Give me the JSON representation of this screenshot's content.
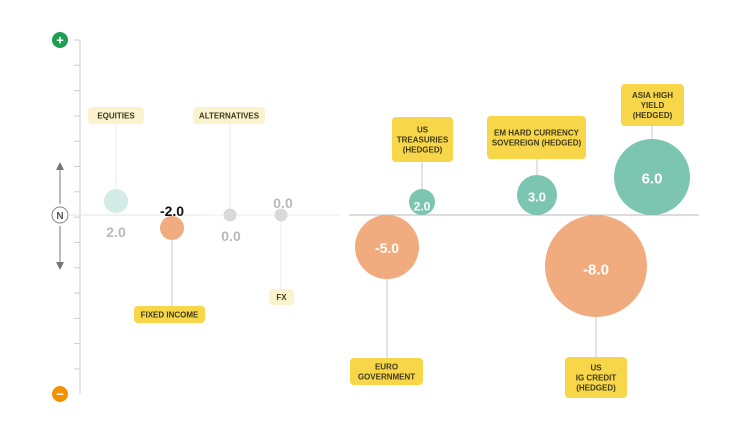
{
  "indicators": {
    "plus_symbol": "+",
    "neutral_symbol": "N",
    "minus_symbol": "−",
    "plus_color": "#1f9d55",
    "minus_color": "#f39200"
  },
  "colors": {
    "positive_bubble": "#7cc5b0",
    "negative_bubble": "#f0ab7e",
    "faded_positive_bubble": "#d3ece5",
    "neutral_bubble": "#d9d9d9",
    "label_box": "#f7d64a",
    "faded_label_box": "#fbf3cf"
  },
  "chart_data": {
    "type": "scatter",
    "title": "",
    "ylabel": "",
    "ylim": [
      -8,
      8
    ],
    "grid": false,
    "series": [
      {
        "group": "asset_classes",
        "points": [
          {
            "label_lines": [
              "EQUITIES"
            ],
            "value": 2.0,
            "value_text": "2.0",
            "label_position": "above",
            "faded": true
          },
          {
            "label_lines": [
              "FIXED INCOME"
            ],
            "value": -2.0,
            "value_text": "-2.0",
            "label_position": "below",
            "faded": false
          },
          {
            "label_lines": [
              "ALTERNATIVES"
            ],
            "value": 0.0,
            "value_text": "0.0",
            "label_position": "above",
            "faded": true
          },
          {
            "label_lines": [
              "FX"
            ],
            "value": 0.0,
            "value_text": "0.0",
            "label_position": "below",
            "faded": true
          }
        ]
      },
      {
        "group": "fixed_income_subclasses",
        "points": [
          {
            "label_lines": [
              "EURO",
              "GOVERNMENT"
            ],
            "value": -5.0,
            "value_text": "-5.0",
            "label_position": "below",
            "faded": false
          },
          {
            "label_lines": [
              "US",
              "TREASURIES",
              "(HEDGED)"
            ],
            "value": 2.0,
            "value_text": "2.0",
            "label_position": "above",
            "faded": false
          },
          {
            "label_lines": [
              "EM HARD CURRENCY",
              "SOVEREIGN (HEDGED)"
            ],
            "value": 3.0,
            "value_text": "3.0",
            "label_position": "above",
            "faded": false
          },
          {
            "label_lines": [
              "US",
              "IG CREDIT",
              "(HEDGED)"
            ],
            "value": -8.0,
            "value_text": "-8.0",
            "label_position": "below",
            "faded": false
          },
          {
            "label_lines": [
              "ASIA HIGH",
              "YIELD",
              "(HEDGED)"
            ],
            "value": 6.0,
            "value_text": "6.0",
            "label_position": "above",
            "faded": false
          }
        ]
      }
    ]
  }
}
